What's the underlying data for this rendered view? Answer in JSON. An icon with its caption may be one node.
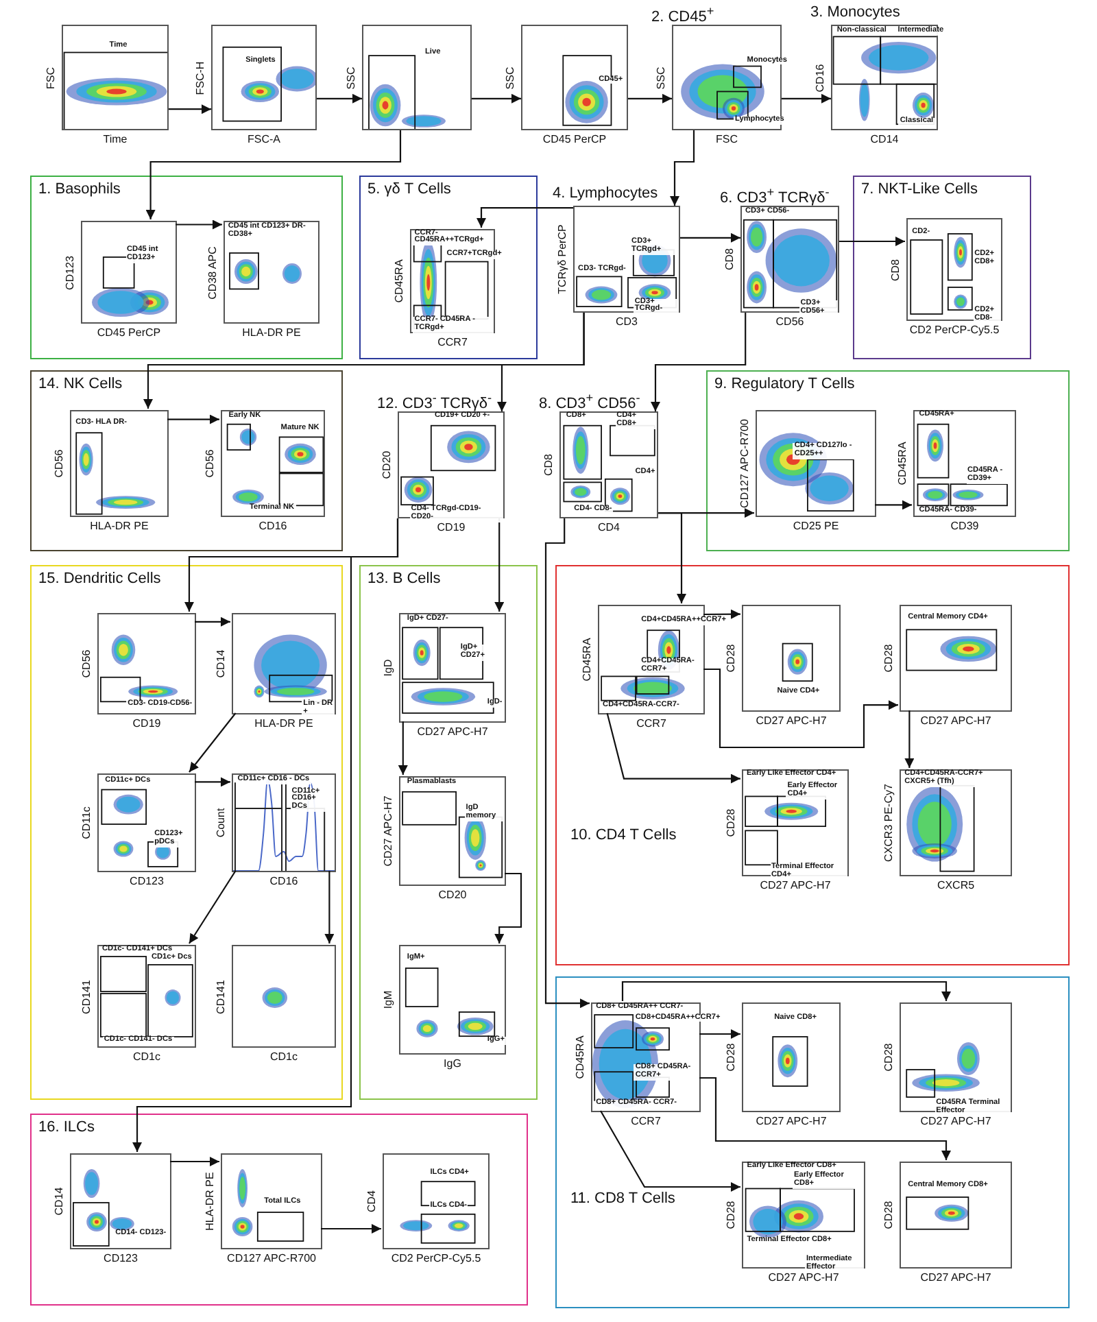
{
  "diagram": {
    "nodes": [
      {
        "text": [
          "Time"
        ],
        "beside": [
          "FSC",
          "Time"
        ]
      },
      {
        "text": [
          "Singlets"
        ],
        "beside": [
          "FSC-H",
          "FSC-A"
        ]
      },
      {
        "text": [
          "Live"
        ],
        "beside": [
          "SSC"
        ]
      },
      {
        "text": [
          "CD45+"
        ],
        "beside": [
          "SSC",
          "CD45 PerCP"
        ]
      },
      {
        "text": [
          "Monocytes",
          "Lymphocytes"
        ],
        "beside": [
          "SSC",
          "FSC",
          "2. CD45$^{+}$"
        ]
      },
      {
        "text": [
          "Non-classical",
          "Intermediate",
          "Classical"
        ],
        "beside": [
          "CD16",
          "CD14",
          "3. Monocytes"
        ]
      },
      {
        "text": [
          "1. Basophils"
        ]
      },
      {
        "text": [
          "CD45 int CD123+"
        ],
        "beside": [
          "CD123",
          "CD45 PerCP"
        ],
        "in": 6
      },
      {
        "text": [
          "CD45 int CD123+ DR- CD38+"
        ],
        "beside": [
          "CD38 APC",
          "HLA-DR PE"
        ],
        "in": 6
      },
      {
        "text": [
          "5. γδ T Cells"
        ]
      },
      {
        "text": [
          "CCR7- CD45RA++TCRgd+",
          "CCR7+TCRgd+",
          "CCR7- CD45RA - TCRgd+"
        ],
        "beside": [
          "CD45RA",
          "CCR7"
        ],
        "in": 9
      },
      {
        "text": [
          "CD3+ TCRgd+",
          "CD3- TCRgd-",
          "CD3+ TCRgd-"
        ],
        "beside": [
          "TCRγδ PerCP",
          "CD3",
          "4. Lymphocytes"
        ]
      },
      {
        "text": [
          "CD3+ CD56-",
          "CD3+ CD56+"
        ],
        "beside": [
          "CD8",
          "CD56",
          "6. CD3$^{+}$ TCRγδ$^{-}$"
        ]
      },
      {
        "text": [
          "7. NKT-Like Cells"
        ]
      },
      {
        "text": [
          "CD2-",
          "CD2+ CD8+",
          "CD2+ CD8-"
        ],
        "beside": [
          "CD8",
          "CD2 PerCP-Cy5.5"
        ],
        "in": 13
      },
      {
        "text": [
          "14. NK Cells"
        ]
      },
      {
        "text": [
          "CD3- HLA DR-"
        ],
        "beside": [
          "CD56",
          "HLA-DR PE"
        ],
        "in": 15
      },
      {
        "text": [
          "Early NK",
          "Mature NK",
          "Terminal NK"
        ],
        "beside": [
          "CD56",
          "CD16"
        ],
        "in": 15
      },
      {
        "text": [
          "CD19+ CD20 +-",
          "CD4- TCRgd-CD19-CD20-"
        ],
        "beside": [
          "CD20",
          "CD19",
          "12. CD3$^{-}$ TCRγδ$^{-}$"
        ]
      },
      {
        "text": [
          "CD8+",
          "CD4+ CD8+",
          "CD4+",
          "CD4- CD8-"
        ],
        "beside": [
          "CD8",
          "CD4",
          "8. CD3$^{+}$ CD56$^{-}$"
        ]
      },
      {
        "text": [
          "9. Regulatory T Cells"
        ]
      },
      {
        "text": [
          "CD4+ CD127lo - CD25++"
        ],
        "beside": [
          "CD127 APC-R700",
          "CD25 PE"
        ],
        "in": 20
      },
      {
        "text": [
          "CD45RA+",
          "CD45RA -CD39+",
          "CD45RA- CD39-"
        ],
        "beside": [
          "CD45RA",
          "CD39"
        ],
        "in": 20
      },
      {
        "text": [
          "15. Dendritic Cells"
        ]
      },
      {
        "text": [
          "CD3- CD19-CD56-"
        ],
        "beside": [
          "CD56",
          "CD19"
        ],
        "in": 23
      },
      {
        "text": [
          "Lin - DR +"
        ],
        "beside": [
          "CD14",
          "HLA-DR PE"
        ],
        "in": 23
      },
      {
        "text": [
          "CD11c+ DCs",
          "CD123+ pDCs"
        ],
        "beside": [
          "CD11c",
          "CD123"
        ],
        "in": 23
      },
      {
        "text": [
          "CD11c+ CD16 - DCs",
          "CD11c+ CD16+ DCs"
        ],
        "beside": [
          "Count",
          "CD16"
        ],
        "in": 23
      },
      {
        "text": [
          "CD1c- CD141+ DCs",
          "CD1c+ Dcs",
          "CD1c- CD141- DCs"
        ],
        "beside": [
          "CD141",
          "CD1c"
        ],
        "in": 23
      },
      {
        "text": [],
        "shape": "picture",
        "beside": [
          "CD141",
          "CD1c"
        ],
        "in": 23
      },
      {
        "text": [
          "13. B Cells"
        ]
      },
      {
        "text": [
          "IgD+ CD27-",
          "IgD+ CD27+",
          "IgD-"
        ],
        "beside": [
          "IgD",
          "CD27 APC-H7"
        ],
        "in": 30
      },
      {
        "text": [
          "Plasmablasts",
          "IgD memory"
        ],
        "beside": [
          "CD27 APC-H7",
          "CD20"
        ],
        "in": 30
      },
      {
        "text": [
          "IgM+",
          "IgG+"
        ],
        "beside": [
          "IgM",
          "IgG"
        ],
        "in": 30
      },
      {
        "text": [
          "10. CD4 T Cells"
        ]
      },
      {
        "text": [
          "CD4+CD45RA++CCR7+",
          "CD4+CD45RA-CCR7+",
          "CD4+CD45RA-CCR7-"
        ],
        "beside": [
          "CD45RA",
          "CCR7"
        ],
        "in": 34
      },
      {
        "text": [
          "Naive CD4+"
        ],
        "beside": [
          "CD28",
          "CD27 APC-H7"
        ],
        "in": 34
      },
      {
        "text": [
          "Central Memory CD4+"
        ],
        "beside": [
          "CD28",
          "CD27 APC-H7"
        ],
        "in": 34
      },
      {
        "text": [
          "Early Like Effector CD4+",
          "Early Effector CD4+",
          "Terminal Effector CD4+"
        ],
        "beside": [
          "CD28",
          "CD27 APC-H7"
        ],
        "in": 34
      },
      {
        "text": [
          "CD4+CD45RA-CCR7+ CXCR5+ (Tfh)"
        ],
        "beside": [
          "CXCR3 PE-Cy7",
          "CXCR5"
        ],
        "in": 34
      },
      {
        "text": [
          "11. CD8 T Cells"
        ]
      },
      {
        "text": [
          "CD8+ CD45RA++ CCR7-",
          "CD8+CD45RA++CCR7+",
          "CD8+ CD45RA- CCR7+",
          "CD8+ CD45RA- CCR7-"
        ],
        "beside": [
          "CD45RA",
          "CCR7"
        ],
        "in": 40
      },
      {
        "text": [
          "Naive CD8+"
        ],
        "beside": [
          "CD28",
          "CD27 APC-H7"
        ],
        "in": 40
      },
      {
        "text": [
          "CD45RA Terminal Effector"
        ],
        "beside": [
          "CD28",
          "CD27 APC-H7"
        ],
        "in": 40
      },
      {
        "text": [
          "Early Like Effector CD8+",
          "Early Effector CD8+",
          "Terminal Effector CD8+",
          "Intermediate Effector"
        ],
        "beside": [
          "CD28",
          "CD27 APC-H7"
        ],
        "in": 40
      },
      {
        "text": [
          "Central Memory CD8+"
        ],
        "beside": [
          "CD28",
          "CD27 APC-H7"
        ],
        "in": 40
      },
      {
        "text": [
          "16. ILCs"
        ]
      },
      {
        "text": [
          "CD14- CD123-"
        ],
        "beside": [
          "CD14",
          "CD123"
        ],
        "in": 46
      },
      {
        "text": [
          "Total ILCs"
        ],
        "beside": [
          "HLA-DR PE",
          "CD127 APC-R700"
        ],
        "in": 46
      },
      {
        "text": [
          "ILCs CD4+",
          "ILCs CD4-"
        ],
        "beside": [
          "CD4",
          "CD2 PerCP-Cy5.5"
        ],
        "in": 46
      }
    ],
    "edges": [
      {
        "from": 0,
        "to": 1,
        "arrow": "to"
      },
      {
        "from": 1,
        "to": 2,
        "arrow": "to"
      },
      {
        "from": 2,
        "to": 3,
        "arrow": "to"
      },
      {
        "from": 3,
        "to": 4,
        "arrow": "to"
      },
      {
        "from": 4,
        "to": 5,
        "arrow": "to"
      },
      {
        "from": 2,
        "to": 7,
        "arrow": "to"
      },
      {
        "from": 4,
        "to": 11,
        "arrow": "to"
      },
      {
        "from": 7,
        "to": 8,
        "arrow": "to"
      },
      {
        "from": 11,
        "to": 10,
        "arrow": "to"
      },
      {
        "from": 11,
        "to": 12,
        "arrow": "to"
      },
      {
        "from": 12,
        "to": 14,
        "arrow": "to"
      },
      {
        "from": 11,
        "to": 16,
        "arrow": "to"
      },
      {
        "from": 11,
        "to": 18,
        "arrow": "to"
      },
      {
        "from": 12,
        "to": 19,
        "arrow": "to"
      },
      {
        "from": 16,
        "to": 17,
        "arrow": "to"
      },
      {
        "from": 19,
        "to": 21,
        "arrow": "to"
      },
      {
        "from": 21,
        "to": 22,
        "arrow": "to"
      },
      {
        "from": 18,
        "to": 24,
        "arrow": "to"
      },
      {
        "from": 18,
        "to": 31,
        "arrow": "to"
      },
      {
        "from": 18,
        "to": 47,
        "arrow": "to"
      },
      {
        "from": 19,
        "to": 35,
        "arrow": "to"
      },
      {
        "from": 19,
        "to": 41,
        "arrow": "to"
      },
      {
        "from": 24,
        "to": 25,
        "arrow": "to"
      },
      {
        "from": 25,
        "to": 26,
        "arrow": "to"
      },
      {
        "from": 26,
        "to": 27,
        "arrow": "to"
      },
      {
        "from": 27,
        "to": 28,
        "arrow": "to"
      },
      {
        "from": 27,
        "to": 29,
        "arrow": "to"
      },
      {
        "from": 31,
        "to": 32,
        "arrow": "to"
      },
      {
        "from": 32,
        "to": 33,
        "arrow": "to"
      },
      {
        "from": 35,
        "to": 36,
        "arrow": "to"
      },
      {
        "from": 35,
        "to": 37,
        "arrow": "to"
      },
      {
        "from": 37,
        "to": 39,
        "arrow": "to"
      },
      {
        "from": 35,
        "to": 38,
        "arrow": "to"
      },
      {
        "from": 41,
        "to": 42,
        "arrow": "to"
      },
      {
        "from": 41,
        "to": 43,
        "arrow": "to"
      },
      {
        "from": 41,
        "to": 44,
        "arrow": "to"
      },
      {
        "from": 41,
        "to": 45,
        "arrow": "to"
      },
      {
        "from": 47,
        "to": 48,
        "arrow": "to"
      },
      {
        "from": 48,
        "to": 49,
        "arrow": "to"
      }
    ]
  }
}
